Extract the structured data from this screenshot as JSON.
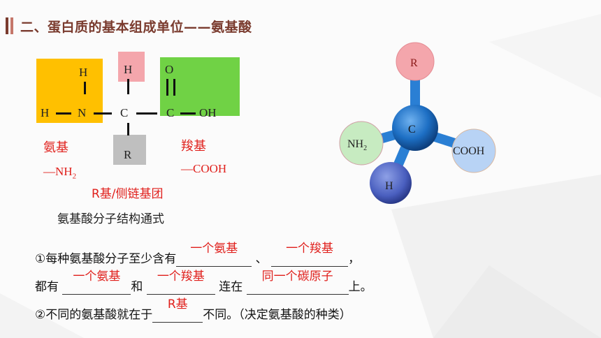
{
  "title": "二、蛋白质的基本组成单位——氨基酸",
  "formula": {
    "atoms": {
      "h_top1": "H",
      "h_top2": "H",
      "o_top": "O",
      "h_left": "H",
      "n": "N",
      "c_center": "C",
      "c_acid": "C",
      "oh": "OH",
      "r": "R"
    },
    "labels": {
      "amino_name": "氨基",
      "amino_formula": "—NH",
      "amino_sub": "2",
      "carboxyl_name": "羧基",
      "carboxyl_formula": "—COOH",
      "r_group": "R基/侧链基团",
      "caption": "氨基酸分子结构通式"
    },
    "colors": {
      "amino_box": "#ffc000",
      "carboxyl_box": "#70d245",
      "h_box": "#f4a6ac",
      "r_box": "#bfbfbf"
    }
  },
  "model": {
    "r": "R",
    "c": "C",
    "nh": "NH",
    "nh_sub": "2",
    "cooh": "COOH",
    "h": "H"
  },
  "statements": {
    "s1_prefix": "①每种氨基酸分子至少含有",
    "s1_ans1": "一个氨基",
    "s1_sep": "、",
    "s1_ans2": "一个羧基",
    "s1_end": "，",
    "s2_prefix": "都有",
    "s2_ans1": "一个氨基",
    "s2_mid1": "和",
    "s2_ans2": "一个羧基",
    "s2_mid2": "连在",
    "s2_ans3": "同一个碳原子",
    "s2_end": "上。",
    "s3_prefix": "②不同的氨基酸就在于",
    "s3_ans": "R基",
    "s3_end": "不同。（决定氨基酸的种类）"
  }
}
